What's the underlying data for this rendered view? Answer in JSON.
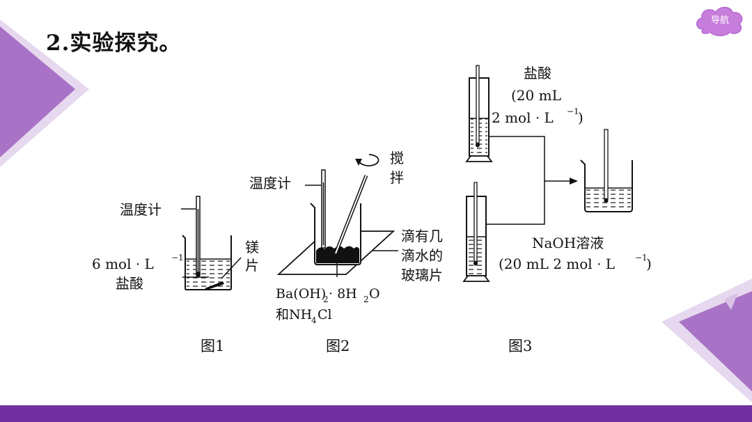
{
  "slide": {
    "title": "2.实验探究。",
    "nav_button": "导航",
    "colors": {
      "accent": "#7030a0",
      "nav": "#c77ddc",
      "deco_light": "#d9c2e6",
      "deco_mid": "#a46fc4"
    }
  },
  "figure1": {
    "thermometer": "温度计",
    "acid_line1": "6 mol · L",
    "acid_exp": "−1",
    "acid_line2": "盐酸",
    "mg_line1": "镁",
    "mg_line2": "片",
    "caption": "图1"
  },
  "figure2": {
    "thermometer": "温度计",
    "stir_line1": "搅",
    "stir_line2": "拌",
    "glass_line1": "滴有几",
    "glass_line2": "滴水的",
    "glass_line3": "玻璃片",
    "reagent_a": "Ba(OH)",
    "reagent_a_sub": "2",
    "reagent_b": "· 8H",
    "reagent_b_sub": "2",
    "reagent_c": "O",
    "reagent_d": "和NH",
    "reagent_d_sub": "4",
    "reagent_e": "Cl",
    "caption": "图2"
  },
  "figure3": {
    "hcl_line1": "盐酸",
    "hcl_line2": "(20 mL",
    "hcl_line3": "2 mol · L",
    "hcl_exp": "−1",
    "hcl_close": ")",
    "naoh_line1": "NaOH溶液",
    "naoh_line2": "(20 mL 2 mol · L",
    "naoh_exp": "−1",
    "naoh_close": ")",
    "caption": "图3"
  }
}
